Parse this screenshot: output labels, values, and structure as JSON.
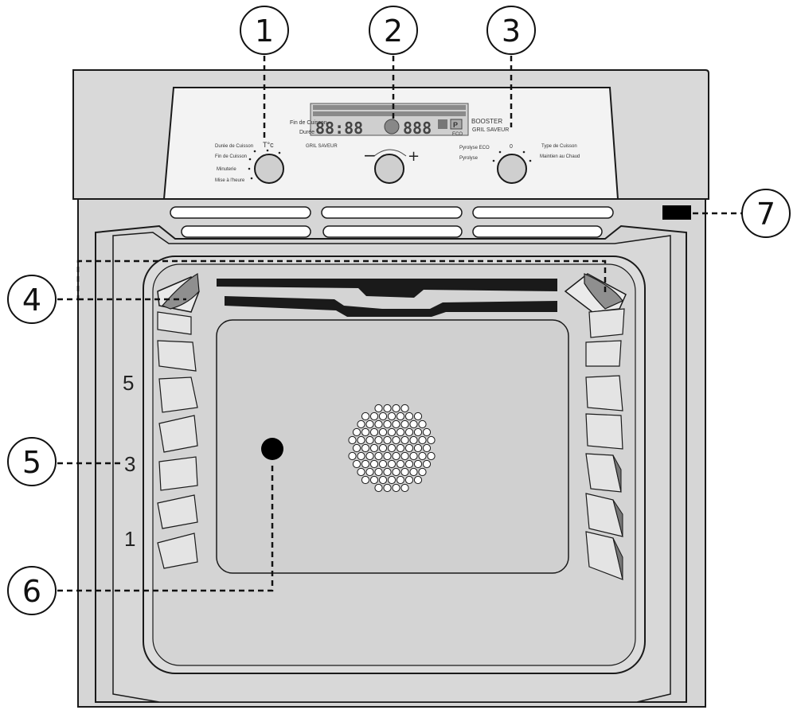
{
  "callouts": [
    {
      "id": "1"
    },
    {
      "id": "2"
    },
    {
      "id": "3"
    },
    {
      "id": "4"
    },
    {
      "id": "5"
    },
    {
      "id": "6"
    },
    {
      "id": "7"
    }
  ],
  "shelf_levels": {
    "top": "5",
    "middle": "3",
    "bottom": "1"
  },
  "left_knob": {
    "labels": {
      "duree": "Durée de Cuisson",
      "fin": "Fin de Cuisson",
      "minuterie": "Minuterie",
      "mise": "Mise à l'heure",
      "temp": "T°c",
      "gril": "GRIL SAVEUR"
    }
  },
  "center_knob": {
    "minus": "−",
    "plus": "+"
  },
  "right_knob": {
    "labels": {
      "pyrolyse_eco": "Pyrolyse ECO",
      "pyrolyse": "Pyrolyse",
      "zero": "0",
      "type": "Type de Cuisson",
      "maintien": "Maintien au Chaud"
    }
  },
  "display": {
    "fin": "Fin de Cuisson",
    "duree": "Durée",
    "digits_main": "88:88",
    "digits_right": "888",
    "booster": "BOOSTER",
    "gril": "GRIL SAVEUR",
    "eco": "ECO",
    "p": "P"
  },
  "colors": {
    "body": "#d9d9d9",
    "panel": "#f2f2f2",
    "door": "#d4d4d4",
    "stroke": "#1a1a1a"
  }
}
